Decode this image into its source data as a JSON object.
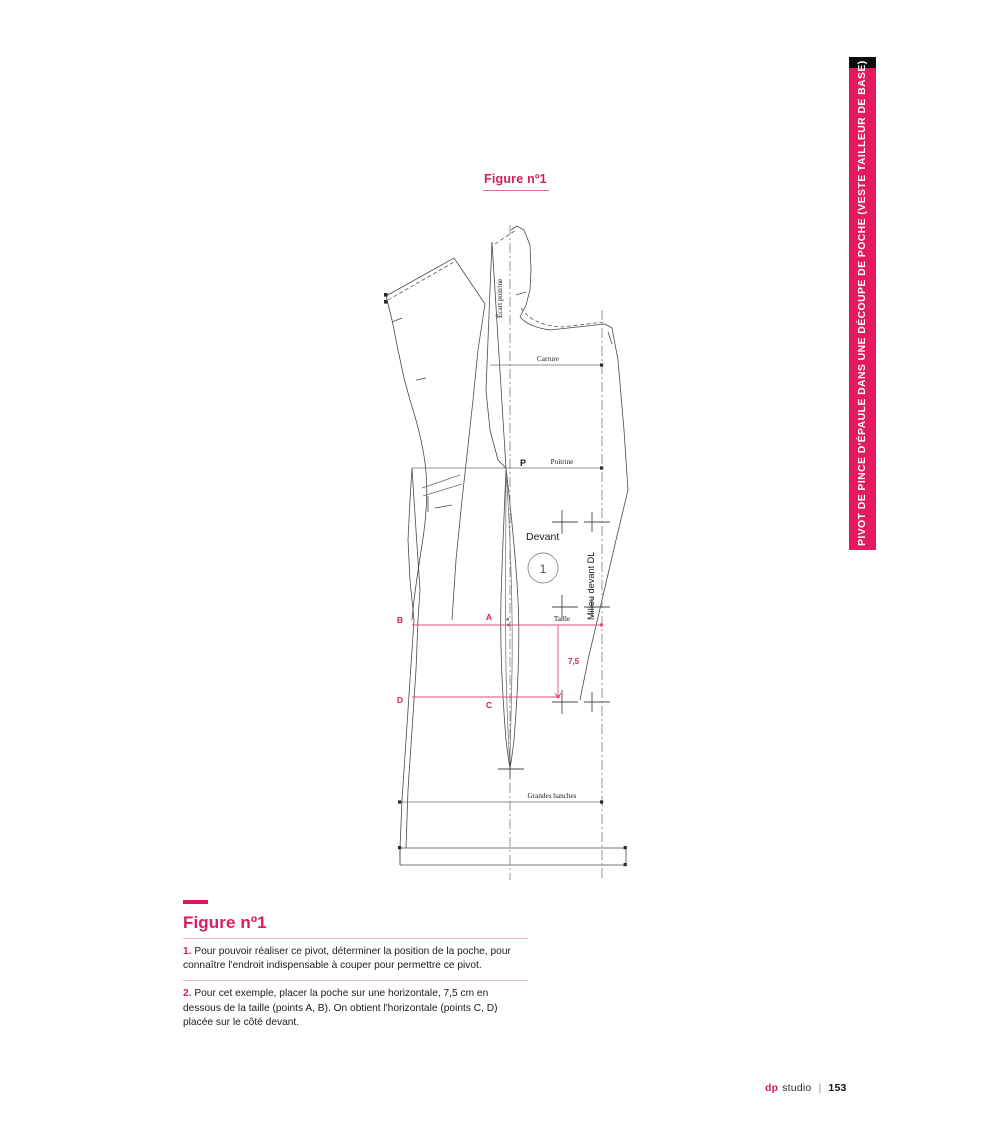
{
  "side_tab": {
    "text": "PIVOT DE PINCE D'ÉPAULE DANS UNE DÉCOUPE DE POCHE (VESTE TAILLEUR DE BASE)",
    "color": "#e5195c",
    "cap_color": "#0d0d0d"
  },
  "figure_title_top": "Figure nº1",
  "diagram": {
    "labels": {
      "ecart_poitrine": "Écart poitrine",
      "carrure": "Carrure",
      "poitrine": "Poitrine",
      "point_p": "P",
      "devant": "Devant",
      "piece_number": "1",
      "milieu_devant_dl": "Milieu devant DL",
      "taille": "Taille",
      "point_a": "A",
      "point_b": "B",
      "point_c": "C",
      "point_d": "D",
      "measurement": "7,5",
      "grandes_hanches": "Grandes hanches"
    },
    "accent_color": "#d81b60",
    "line_color": "#555555"
  },
  "caption": {
    "heading": "Figure nº1",
    "items": [
      {
        "number": "1.",
        "text": "Pour pouvoir réaliser ce pivot, déterminer la position de la poche, pour connaître l'endroit indispensable à couper pour permettre ce pivot."
      },
      {
        "number": "2.",
        "text": "Pour cet exemple, placer la poche sur une horizontale, 7,5 cm en dessous de la taille (points A, B). On obtient l'horizontale (points C, D) placée sur le côté devant."
      }
    ]
  },
  "footer": {
    "brand_bold": "dp",
    "brand_rest": "studio",
    "separator": "|",
    "page": "153"
  }
}
